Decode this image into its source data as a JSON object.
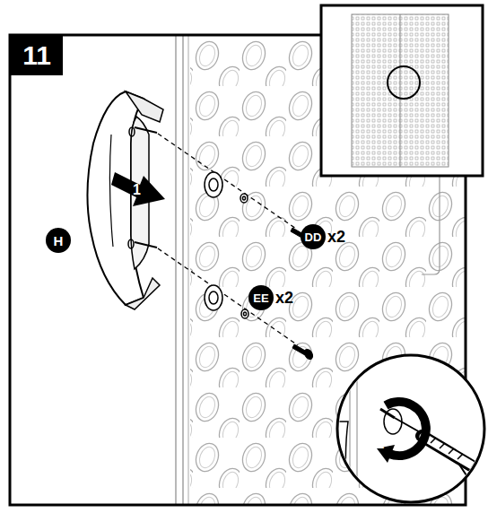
{
  "diagram": {
    "nodes": [
      {
        "text": [
          "11"
        ]
      },
      {
        "text": [
          "H"
        ]
      },
      {
        "text": [
          "DD"
        ]
      },
      {
        "text": [
          "EE"
        ]
      }
    ],
    "labels": [
      "1",
      "2",
      "x2",
      "x2"
    ]
  }
}
